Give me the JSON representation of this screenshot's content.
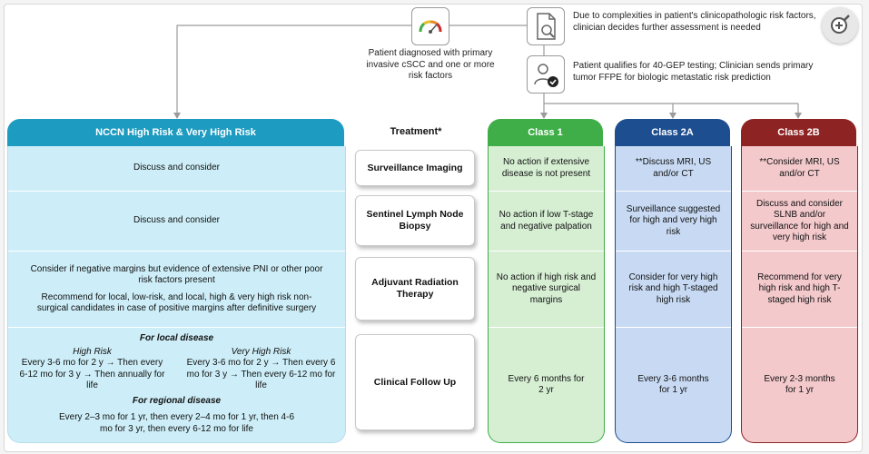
{
  "top": {
    "patient_text": "Patient diagnosed with primary invasive cSCC and one or more risk factors",
    "complexity_text": "Due to complexities in patient's clinicopathologic risk factors, clinician decides further assessment is needed",
    "qualify_text": "Patient qualifies for 40-GEP testing; Clinician sends primary tumor FFPE for biologic metastatic risk prediction"
  },
  "columns": {
    "nccn_header": "NCCN High Risk & Very High Risk",
    "treatment_header": "Treatment*",
    "class1_header": "Class 1",
    "class2a_header": "Class 2A",
    "class2b_header": "Class 2B"
  },
  "colors": {
    "nccn": "#1e9bc0",
    "nccn_light": "#cdeef8",
    "class1": "#3fae49",
    "class1_light": "#d6efd3",
    "class2a": "#1d4e8f",
    "class2a_light": "#c8daf3",
    "class2b": "#8e2323",
    "class2b_light": "#f3c9cc"
  },
  "rows": [
    {
      "treatment": "Surveillance Imaging",
      "nccn": "Discuss and consider",
      "class1": "No action if extensive disease is not present",
      "class2a": "**Discuss MRI, US and/or CT",
      "class2b": "**Consider MRI, US and/or CT"
    },
    {
      "treatment": "Sentinel Lymph Node Biopsy",
      "nccn": "Discuss and consider",
      "class1": "No action if low T-stage and negative palpation",
      "class2a": "Surveillance suggested for high and very high risk",
      "class2b": "Discuss and consider SLNB and/or surveillance for high and very high risk"
    },
    {
      "treatment": "Adjuvant Radiation Therapy",
      "nccn_p1": "Consider if negative margins but evidence of extensive PNI or other poor risk factors present",
      "nccn_p2": "Recommend for local, low-risk, and local, high & very high risk non-surgical candidates in case of positive margins after definitive surgery",
      "class1": "No action if high risk and negative surgical margins",
      "class2a": "Consider for very high risk and high T-staged high risk",
      "class2b": "Recommend for very high risk and high T-staged high risk"
    },
    {
      "treatment": "Clinical Follow Up",
      "local_title": "For local disease",
      "high_risk_title": "High Risk",
      "high_risk_text": "Every 3-6 mo for 2 y → Then every 6-12 mo for 3 y → Then annually for life",
      "very_high_risk_title": "Very High Risk",
      "very_high_risk_text": "Every 3-6 mo for 2 y → Then every 6 mo for 3 y → Then every 6-12 mo for life",
      "regional_title": "For regional disease",
      "regional_text": "Every 2–3 mo for 1 yr, then every 2–4 mo for 1 yr, then 4-6 mo for 3 yr, then every 6-12 mo for life",
      "class1": "Every 6 months for 2 yr",
      "class2a": "Every 3-6 months for 1 yr",
      "class2b": "Every 2-3 months for 1 yr"
    }
  ]
}
